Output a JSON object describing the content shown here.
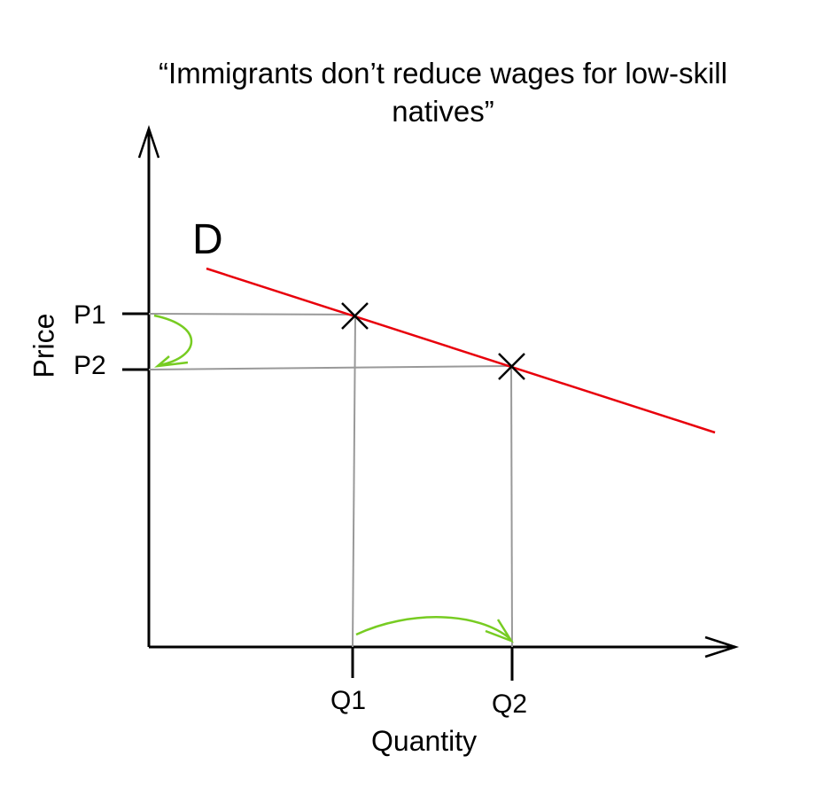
{
  "title": {
    "line1": "“Immigrants don’t reduce wages for low-skill",
    "line2": "natives”"
  },
  "axes": {
    "x_label": "Quantity",
    "y_label": "Price"
  },
  "curve": {
    "label": "D",
    "color": "#e8000b"
  },
  "prices": {
    "p1": "P1",
    "p2": "P2"
  },
  "quantities": {
    "q1": "Q1",
    "q2": "Q2"
  },
  "colors": {
    "axis": "#000000",
    "guide": "#999999",
    "arrow": "#77cc22"
  }
}
